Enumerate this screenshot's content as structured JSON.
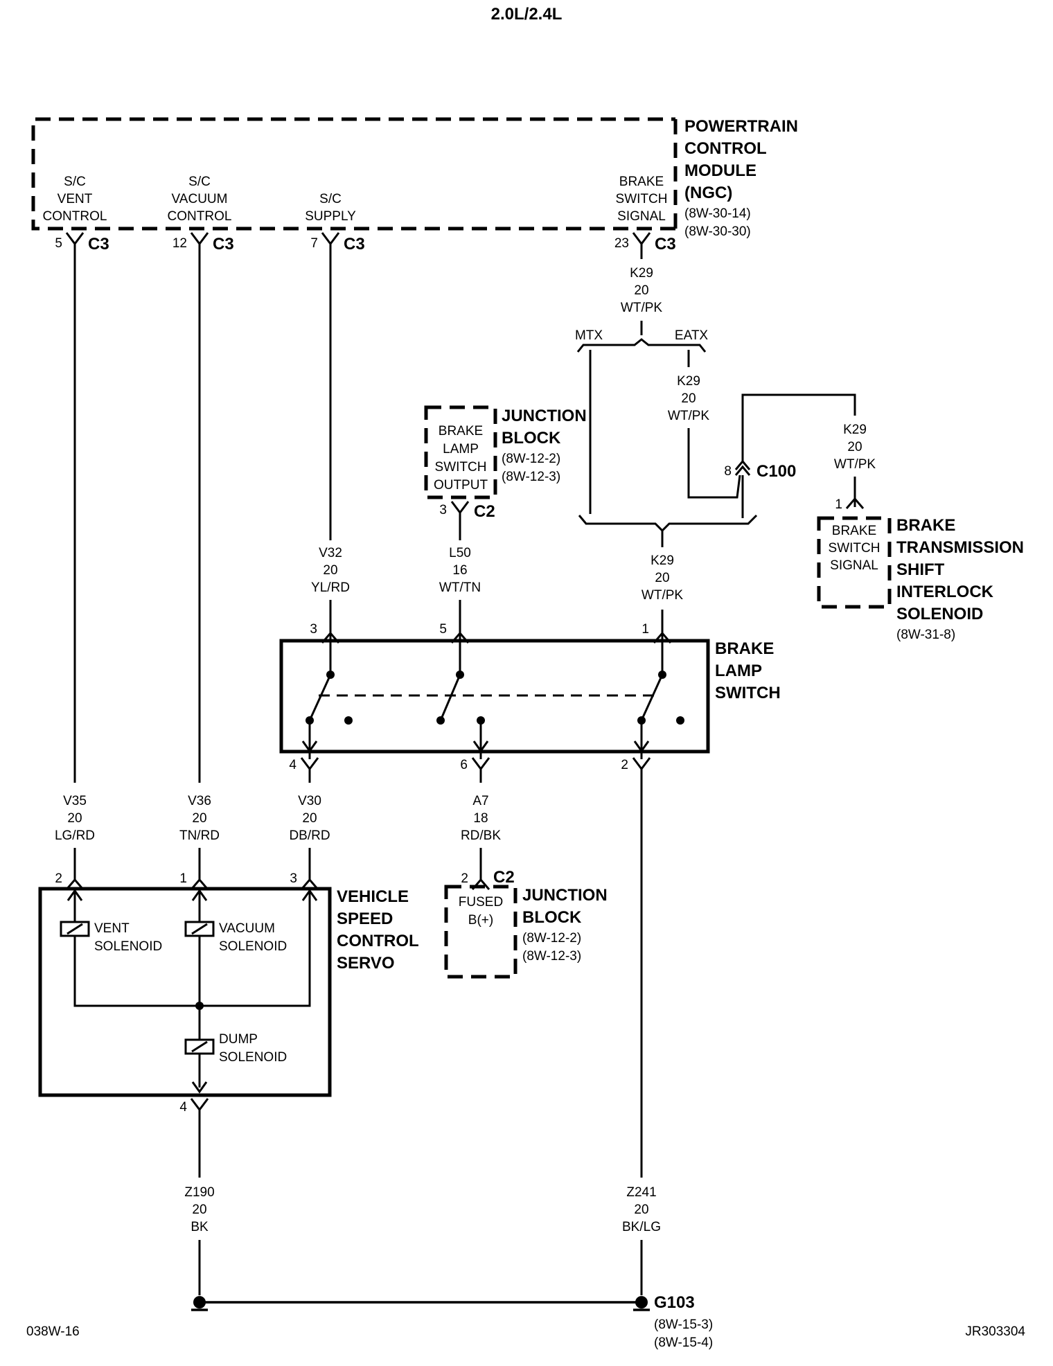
{
  "title": "2.0L/2.4L",
  "footer": {
    "left": "038W-16",
    "right": "JR303304"
  },
  "pcm": {
    "name": [
      "POWERTRAIN",
      "CONTROL",
      "MODULE",
      "(NGC)"
    ],
    "refs": [
      "(8W-30-14)",
      "(8W-30-30)"
    ],
    "pins": [
      {
        "label": [
          "S/C",
          "VENT",
          "CONTROL"
        ],
        "pin": "5",
        "conn": "C3"
      },
      {
        "label": [
          "S/C",
          "VACUUM",
          "CONTROL"
        ],
        "pin": "12",
        "conn": "C3"
      },
      {
        "label": [
          "S/C",
          "SUPPLY"
        ],
        "pin": "7",
        "conn": "C3"
      },
      {
        "label": [
          "BRAKE",
          "SWITCH",
          "SIGNAL"
        ],
        "pin": "23",
        "conn": "C3"
      }
    ]
  },
  "splice": {
    "left": "MTX",
    "right": "EATX"
  },
  "c100": {
    "pin": "8",
    "name": "C100"
  },
  "junction_block_top": {
    "inner": [
      "BRAKE",
      "LAMP",
      "SWITCH",
      "OUTPUT"
    ],
    "name": [
      "JUNCTION",
      "BLOCK"
    ],
    "refs": [
      "(8W-12-2)",
      "(8W-12-3)"
    ],
    "pin": "3",
    "conn": "C2"
  },
  "junction_block_bottom": {
    "inner": [
      "FUSED",
      "B(+)"
    ],
    "name": [
      "JUNCTION",
      "BLOCK"
    ],
    "refs": [
      "(8W-12-2)",
      "(8W-12-3)"
    ],
    "pin": "2",
    "conn": "C2"
  },
  "shift_interlock": {
    "inner": [
      "BRAKE",
      "SWITCH",
      "SIGNAL"
    ],
    "name": [
      "BRAKE",
      "TRANSMISSION",
      "SHIFT",
      "INTERLOCK",
      "SOLENOID"
    ],
    "refs": [
      "(8W-31-8)"
    ],
    "pin": "1"
  },
  "brake_lamp_switch": {
    "name": [
      "BRAKE",
      "LAMP",
      "SWITCH"
    ],
    "top_pins": [
      "3",
      "5",
      "1"
    ],
    "bottom_pins": [
      "4",
      "6",
      "2"
    ]
  },
  "servo": {
    "name": [
      "VEHICLE",
      "SPEED",
      "CONTROL",
      "SERVO"
    ],
    "top_pins": [
      "2",
      "1",
      "3"
    ],
    "bottom_pin": "4",
    "solenoids": [
      [
        "VENT",
        "SOLENOID"
      ],
      [
        "VACUUM",
        "SOLENOID"
      ],
      [
        "DUMP",
        "SOLENOID"
      ]
    ]
  },
  "ground": {
    "name": "G103",
    "refs": [
      "(8W-15-3)",
      "(8W-15-4)"
    ]
  },
  "wires": {
    "k29_pcm": [
      "K29",
      "20",
      "WT/PK"
    ],
    "k29_eatx": [
      "K29",
      "20",
      "WT/PK"
    ],
    "k29_interlock": [
      "K29",
      "20",
      "WT/PK"
    ],
    "k29_switch": [
      "K29",
      "20",
      "WT/PK"
    ],
    "v32": [
      "V32",
      "20",
      "YL/RD"
    ],
    "l50": [
      "L50",
      "16",
      "WT/TN"
    ],
    "v35": [
      "V35",
      "20",
      "LG/RD"
    ],
    "v36": [
      "V36",
      "20",
      "TN/RD"
    ],
    "v30": [
      "V30",
      "20",
      "DB/RD"
    ],
    "a7": [
      "A7",
      "18",
      "RD/BK"
    ],
    "z190": [
      "Z190",
      "20",
      "BK"
    ],
    "z241": [
      "Z241",
      "20",
      "BK/LG"
    ]
  }
}
